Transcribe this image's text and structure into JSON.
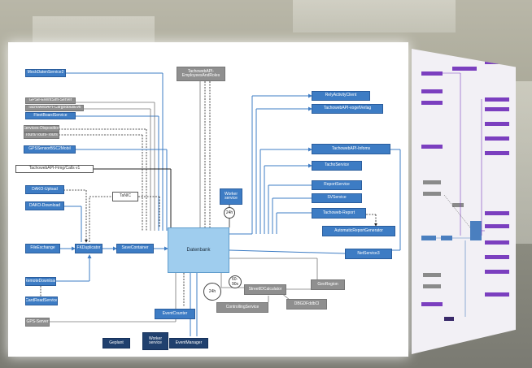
{
  "nodes": {
    "mockdatenservice": "MockDatenService2",
    "tachoweb_employees": "TachowebAPI-\nEmployeesAndRoles",
    "gps_eventsim": "GPSe-EventSim-Server",
    "tachoweb_cargodb": "TachowebAPI-CargodbusEvtl",
    "fleetboard": "FleetBoardService",
    "services_disposition": "Services-Disposition",
    "tours_tours": "Tours/Tours-Tours",
    "gps_sensor_mobile": "GPSSensorBSC2Mobil",
    "tachoweb_fimg": "TachowebAPI-Fimg/Calls v1",
    "rely_activity": "RelyActivityClient",
    "tachoweb_vogelverlag": "TachowebAPI-vogelVerlag",
    "dako_upload": "DAKO-Upload",
    "dako_download": "DAKO-Download",
    "tanic": "TaNIC",
    "worker_service_top": "Worker\nservice",
    "tachoweb_infoms": "TachowebAPI-Infoms",
    "tacho_service": "TachoService",
    "report_service": "ReportService",
    "sv_service": "SVService",
    "tachoweb_report": "Tachoweb-Report",
    "automatic_report": "AutomaticReportGenerator",
    "file_exchange": "FileExchange",
    "fk_duplicator": "FKDuplicator",
    "save_container": "SaveContainer",
    "datenbank": "Datenbank",
    "net_service": "NetService3",
    "remote_download": "RemoteDownload",
    "card_reader": "CardReadService",
    "street_calculator": "StreetIDCalculator",
    "geo_region": "GeoRegion",
    "controlling": "ControllingService",
    "dbg_fddb": "DBGDFddbCl",
    "event_counter": "EventCounter",
    "gps_server": "GPS-Server",
    "geplant": "Geplant",
    "worker_service_bottom": "Worker\nservice",
    "event_manager": "EventManager"
  },
  "labels": {
    "t24h_top": "24h",
    "t24h_bottom": "24h",
    "t60_90": "60-\n90s"
  },
  "colors": {
    "service_blue": "#3d7cc4",
    "external_gray": "#8f8f8f",
    "planned_navy": "#20406e",
    "database": "#9fcdee",
    "side_purple": "#7b3fbf"
  }
}
